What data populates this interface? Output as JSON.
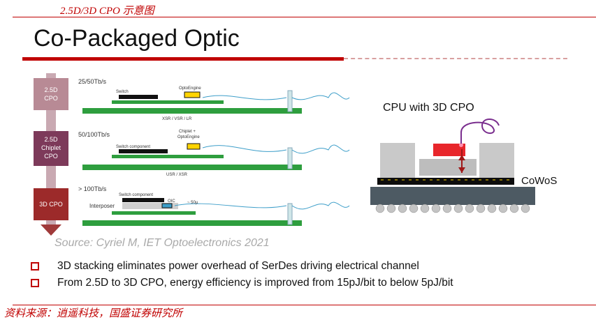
{
  "header": {
    "title": "2.5D/3D CPO 示意图"
  },
  "slide": {
    "title": "Co-Packaged Optic"
  },
  "left": {
    "stages": [
      {
        "label": "2.5D\nCPO",
        "bandwidth": "25/50Tb/s",
        "comp1": "Switch",
        "comp2": "OptoEngine",
        "link": "XSR / VSR / LR"
      },
      {
        "label": "2.5D\nChiplet\nCPO",
        "bandwidth": "50/100Tb/s",
        "comp1": "Switch component",
        "comp2": "Chiplet +\nOptoEngine",
        "link": "USR / XSR"
      },
      {
        "label": "3D CPO",
        "bandwidth": "> 100Tb/s",
        "comp1": "Switch component",
        "comp2": "OIC",
        "extra": "Interposer",
        "link": "~ 50µ"
      }
    ]
  },
  "right": {
    "title": "CPU with 3D CPO",
    "cowos": "CoWoS"
  },
  "source": "Source: Cyriel M, IET Optoelectronics 2021",
  "bullets": [
    "3D stacking eliminates power overhead of SerDes driving electrical channel",
    "From 2.5D to 3D CPO, energy efficiency is improved from 15pJ/bit to below 5pJ/bit"
  ],
  "footer": {
    "source": "资料来源：逍遥科技，国盛证券研究所"
  },
  "colors": {
    "accent": "#c00000",
    "stage1": "#b88a95",
    "stage2": "#7d3a5a",
    "stage3": "#9c2a2a",
    "board": "#2e9e3e",
    "substrate": "#4d5a63"
  }
}
